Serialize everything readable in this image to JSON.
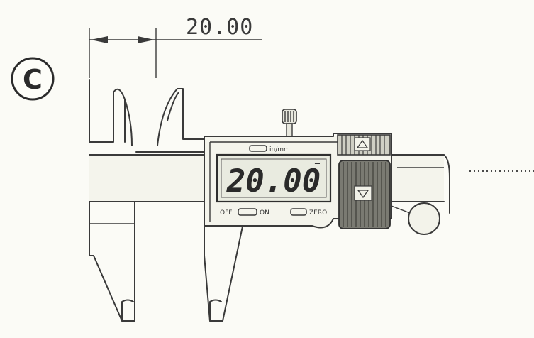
{
  "figure": {
    "label": "C",
    "dimension": "20.00",
    "display_reading": "20.00",
    "units_label": "in/mm",
    "off_label": "OFF",
    "on_label": "ON",
    "zero_label": "ZERO"
  }
}
